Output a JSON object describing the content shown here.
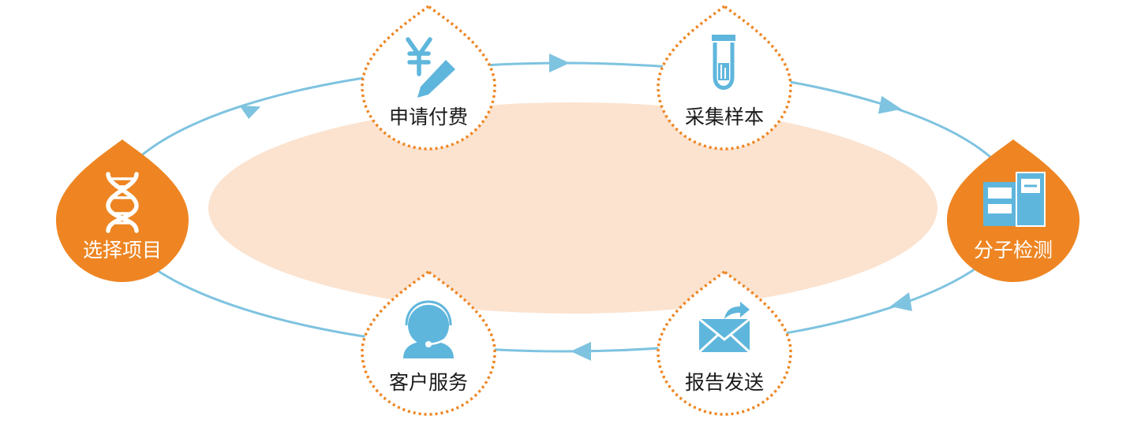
{
  "colors": {
    "orange": "#ee8522",
    "ring": "#7ec3e0",
    "icon_blue": "#5fb6dc",
    "center_fill": "#fbe3d0",
    "outline_text": "#1a1a1a"
  },
  "steps": [
    {
      "label": "选择项目",
      "icon": "dna-icon",
      "style": "solid"
    },
    {
      "label": "申请付费",
      "icon": "yuan-pencil-icon",
      "style": "outline"
    },
    {
      "label": "采集样本",
      "icon": "test-tube-icon",
      "style": "outline"
    },
    {
      "label": "分子检测",
      "icon": "analyzer-machine-icon",
      "style": "solid"
    },
    {
      "label": "报告发送",
      "icon": "envelope-send-icon",
      "style": "outline"
    },
    {
      "label": "客户服务",
      "icon": "headset-agent-icon",
      "style": "outline"
    }
  ]
}
